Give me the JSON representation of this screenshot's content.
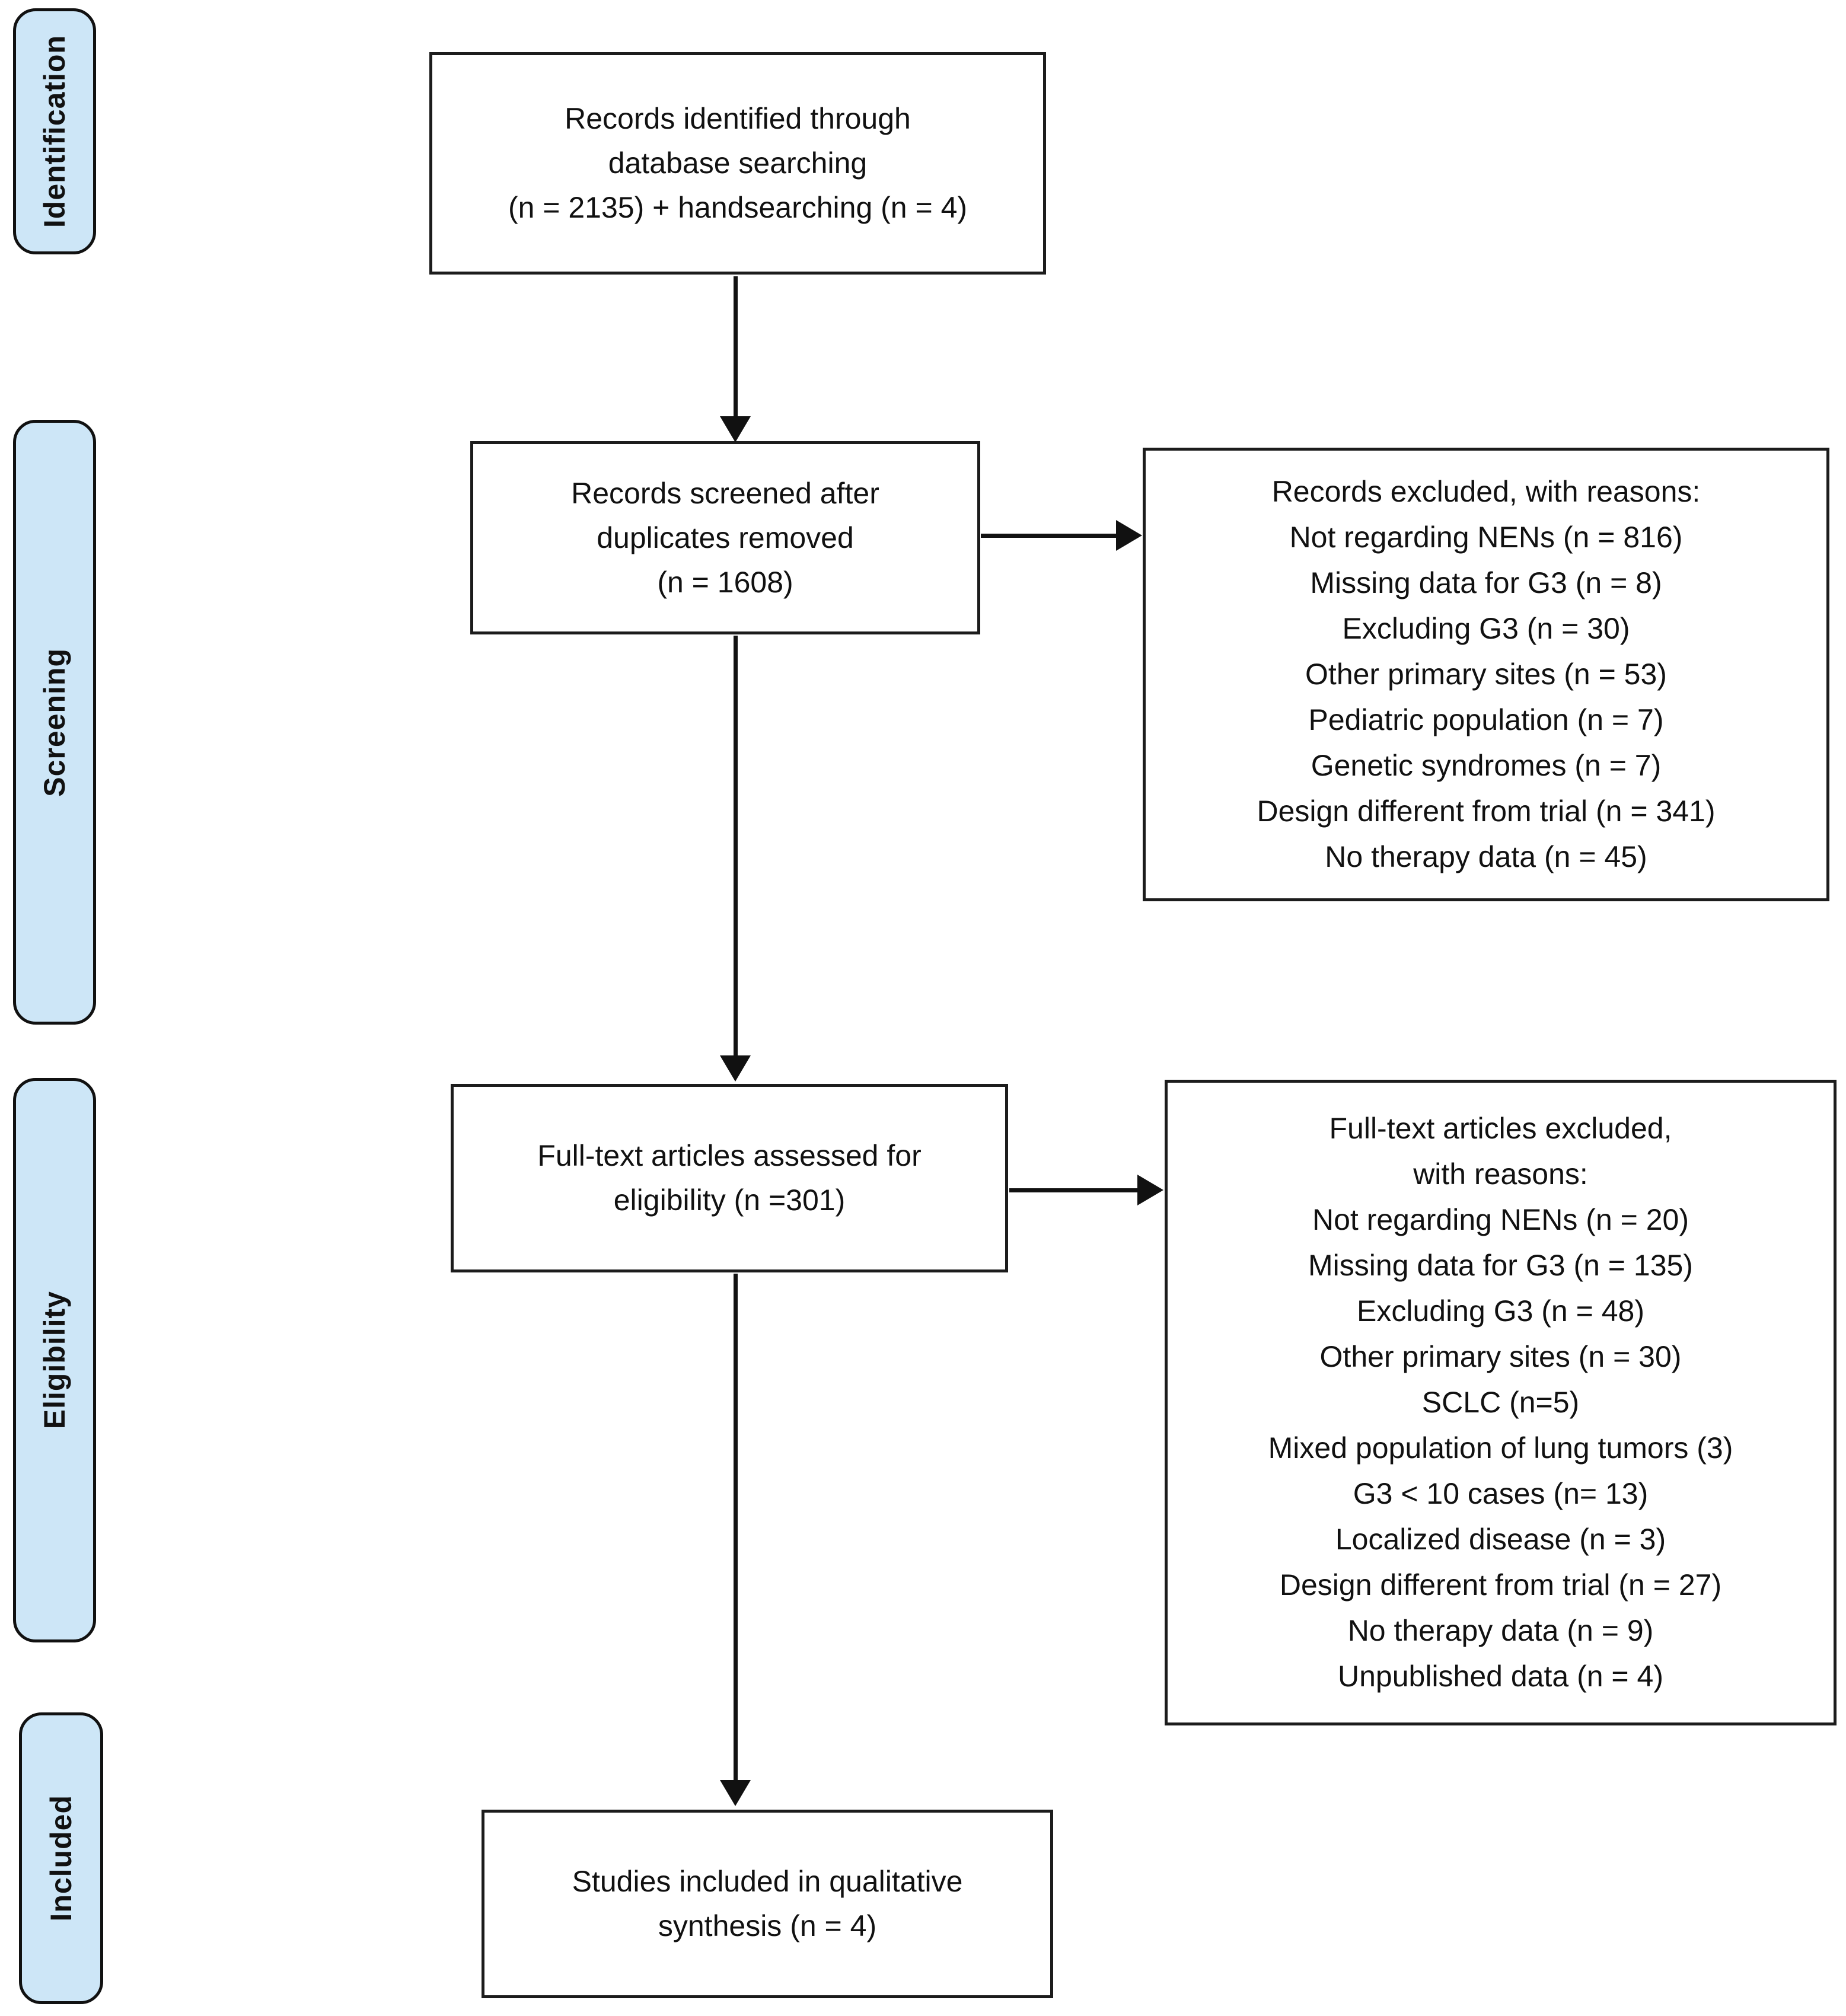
{
  "figure": {
    "type": "prisma-flow-diagram",
    "colors": {
      "background": "#ffffff",
      "stage_fill": "#cde6f7",
      "stage_border": "#111111",
      "box_fill": "#ffffff",
      "box_border": "#1c1c1c",
      "arrow": "#111111",
      "text": "#111111"
    },
    "stages": [
      {
        "id": "identification",
        "label": "Identification"
      },
      {
        "id": "screening",
        "label": "Screening"
      },
      {
        "id": "eligibility",
        "label": "Eligibility"
      },
      {
        "id": "included",
        "label": "Included"
      }
    ],
    "boxes": {
      "records_identified": {
        "text": "Records identified through\ndatabase searching\n(n =  2135) + handsearching (n = 4)"
      },
      "records_screened": {
        "text": "Records screened after\nduplicates removed\n(n = 1608)"
      },
      "records_excluded": {
        "text": "Records excluded, with reasons:\nNot regarding NENs (n = 816)\nMissing data for G3 (n = 8)\nExcluding G3 (n = 30)\nOther primary sites (n = 53)\nPediatric population (n = 7)\nGenetic syndromes (n = 7)\nDesign different from trial (n = 341)\nNo therapy data (n = 45)"
      },
      "fulltext_assessed": {
        "text": "Full-text articles assessed for\neligibility (n =301)"
      },
      "fulltext_excluded": {
        "text": "Full-text articles excluded,\nwith reasons:\nNot regarding NENs (n = 20)\nMissing data for G3 (n = 135)\nExcluding G3 (n = 48)\nOther primary sites (n = 30)\nSCLC (n=5)\nMixed population of lung tumors (3)\nG3 < 10 cases (n= 13)\nLocalized disease (n = 3)\nDesign different from trial (n = 27)\nNo therapy data (n = 9)\nUnpublished data (n = 4)"
      },
      "studies_included": {
        "text": "Studies included in qualitative\nsynthesis (n = 4)"
      }
    }
  }
}
